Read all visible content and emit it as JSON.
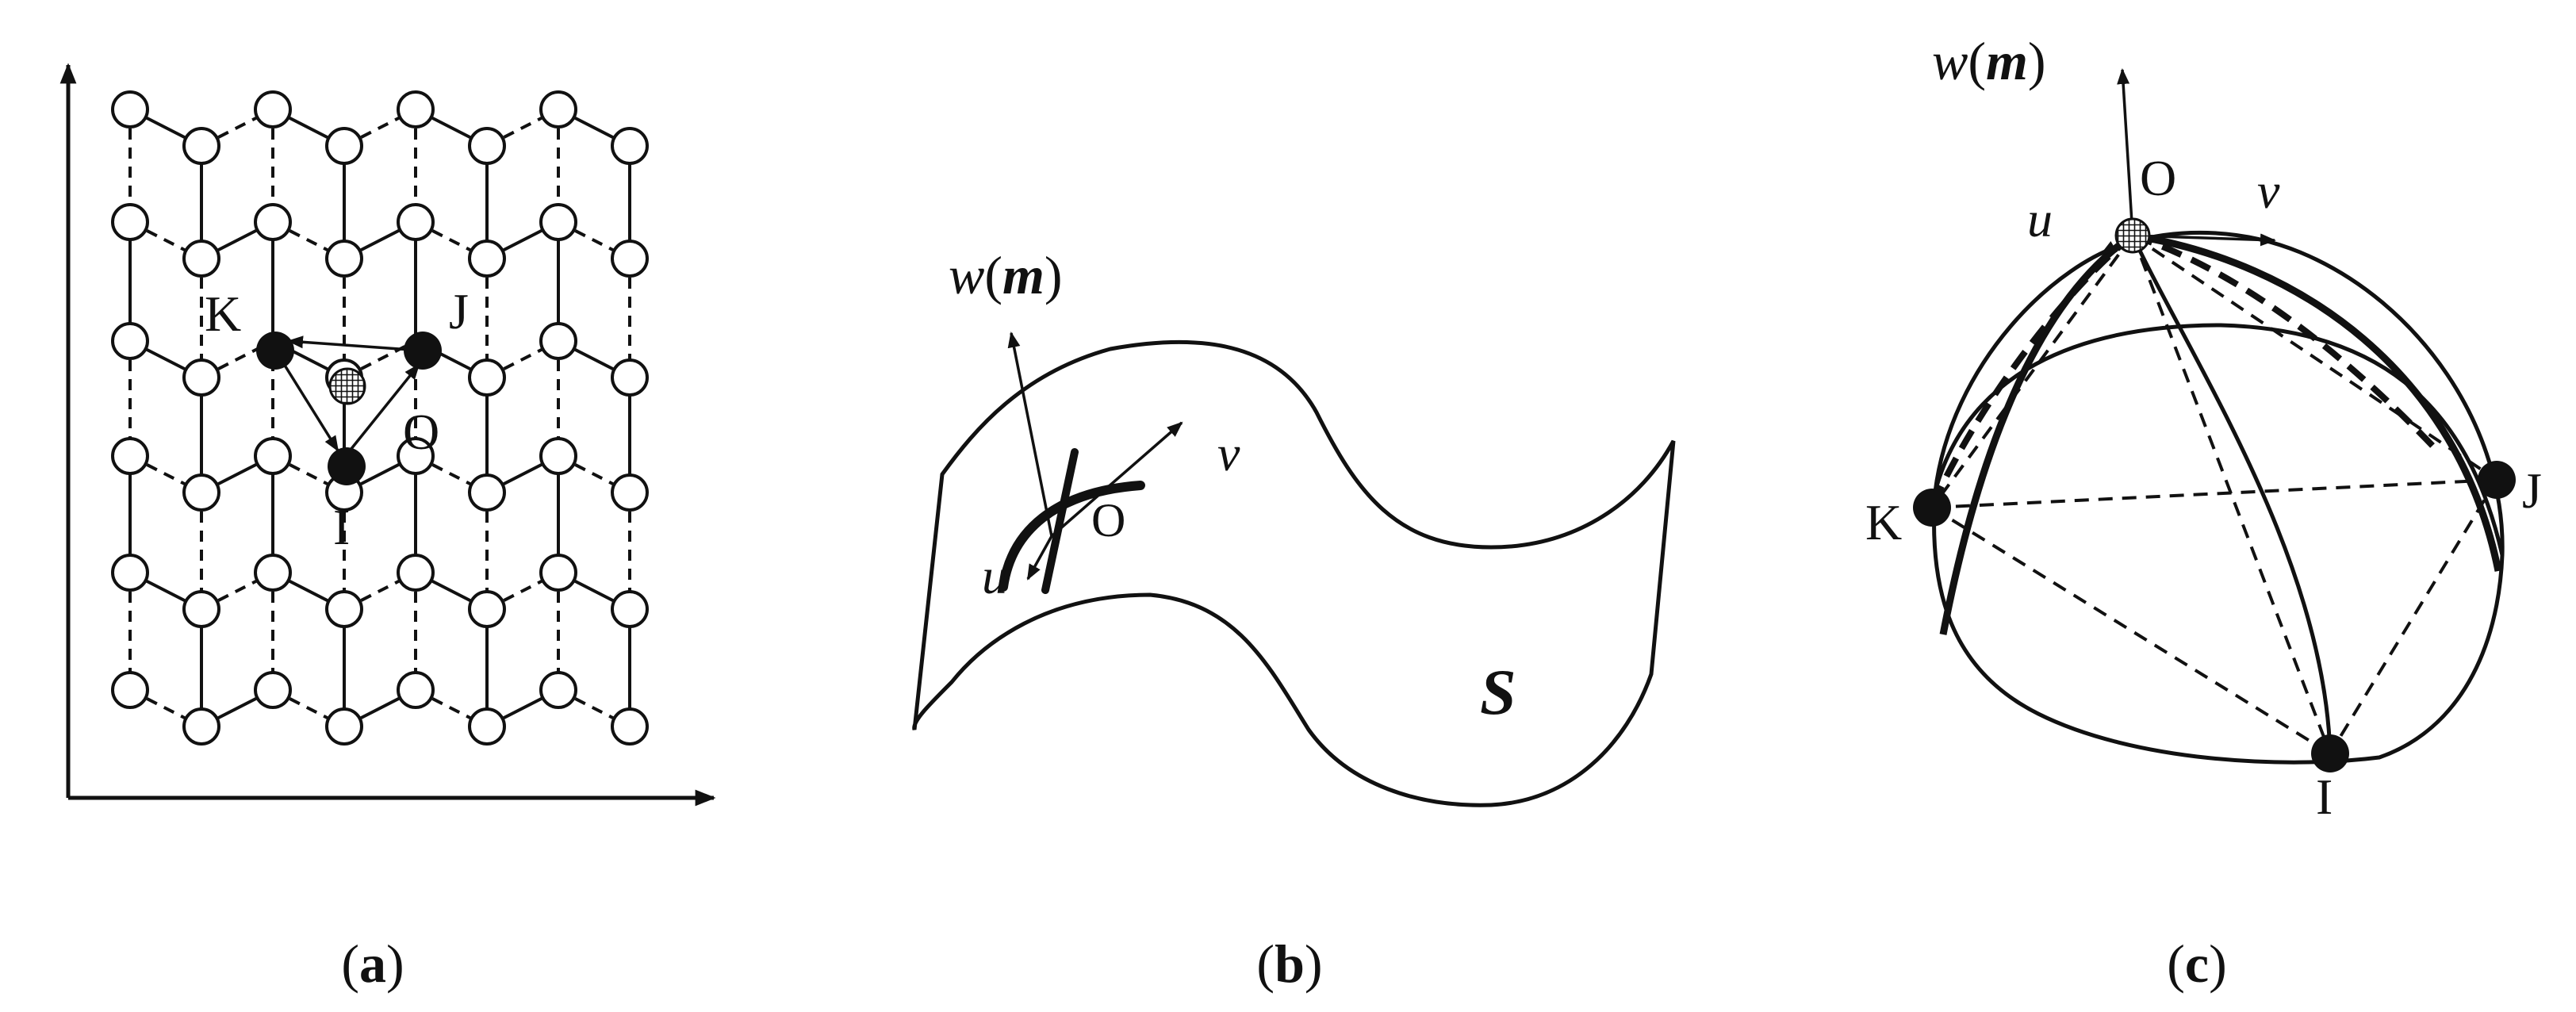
{
  "colors": {
    "ink": "#111111",
    "paper": "#ffffff"
  },
  "panels": {
    "a": {
      "caption_open": "(",
      "caption_letter": "a",
      "caption_close": ")",
      "points": {
        "K": "K",
        "J": "J",
        "O": "O",
        "I": "I"
      }
    },
    "b": {
      "caption_open": "(",
      "caption_letter": "b",
      "caption_close": ")",
      "w": "w",
      "m": "m",
      "paren_open": "(",
      "paren_close": ")",
      "v": "v",
      "u": "u",
      "O": "O",
      "S": "S"
    },
    "c": {
      "caption_open": "(",
      "caption_letter": "c",
      "caption_close": ")",
      "w": "w",
      "m": "m",
      "paren_open": "(",
      "paren_close": ")",
      "O": "O",
      "u": "u",
      "v": "v",
      "K": "K",
      "J": "J",
      "I": "I"
    }
  }
}
